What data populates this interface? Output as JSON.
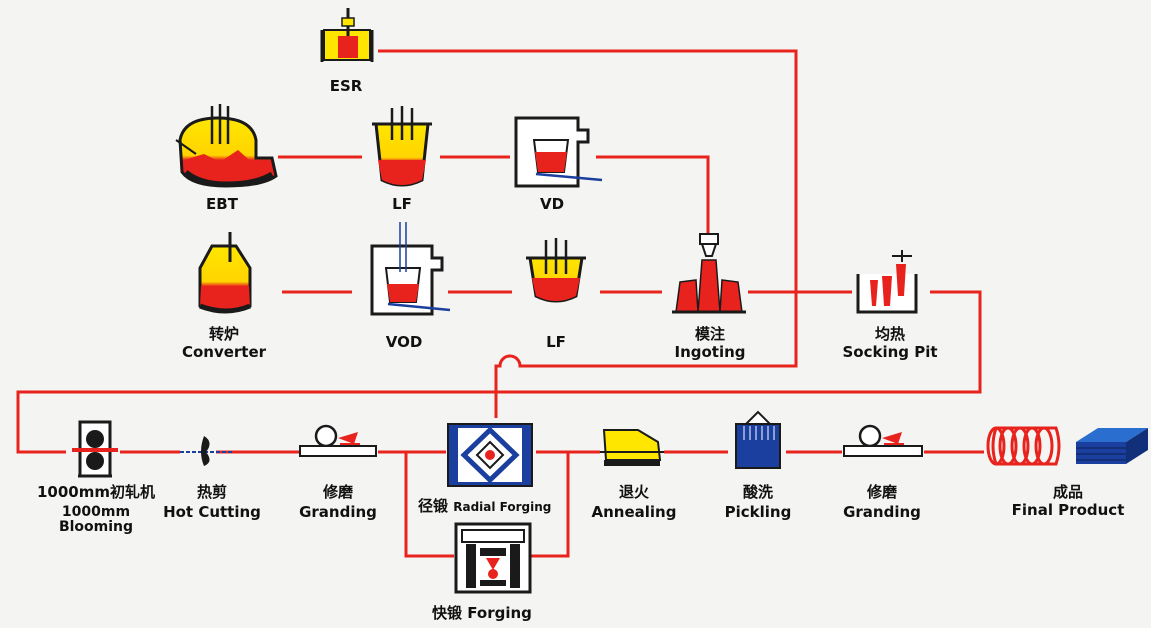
{
  "nodes": {
    "esr": {
      "name": "ESR"
    },
    "ebt": {
      "name": "EBT"
    },
    "lf_top": {
      "name": "LF"
    },
    "vd": {
      "name": "VD"
    },
    "converter": {
      "name_cn": "转炉",
      "name_en": "Converter"
    },
    "vod": {
      "name": "VOD"
    },
    "lf_mid": {
      "name": "LF"
    },
    "ingoting": {
      "name_cn": "模注",
      "name_en": "Ingoting"
    },
    "socking_pit": {
      "name_cn": "均热",
      "name_en": "Socking Pit"
    },
    "blooming": {
      "name_cn": "1000mm初轧机",
      "name_en_line1": "1000mm",
      "name_en_line2": "Blooming"
    },
    "hot_cutting": {
      "name_cn": "热剪",
      "name_en": "Hot Cutting"
    },
    "granding_1": {
      "name_cn": "修磨",
      "name_en": "Granding"
    },
    "radial_forging": {
      "name_cn": "径锻",
      "name_en": "Radial Forging"
    },
    "forging": {
      "name_cn": "快锻",
      "name_en": "Forging"
    },
    "annealing": {
      "name_cn": "退火",
      "name_en": "Annealing"
    },
    "pickling": {
      "name_cn": "酸洗",
      "name_en": "Pickling"
    },
    "granding_2": {
      "name_cn": "修磨",
      "name_en": "Granding"
    },
    "final_product": {
      "name_cn": "成品",
      "name_en": "Final Product"
    }
  },
  "colors": {
    "flow_line": "#e8231d",
    "molten_red": "#e8231d",
    "molten_yellow": "#ffe600",
    "outline": "#1a1a1a",
    "pipe_blue": "#1a3f9e",
    "background": "#f4f4f2"
  }
}
